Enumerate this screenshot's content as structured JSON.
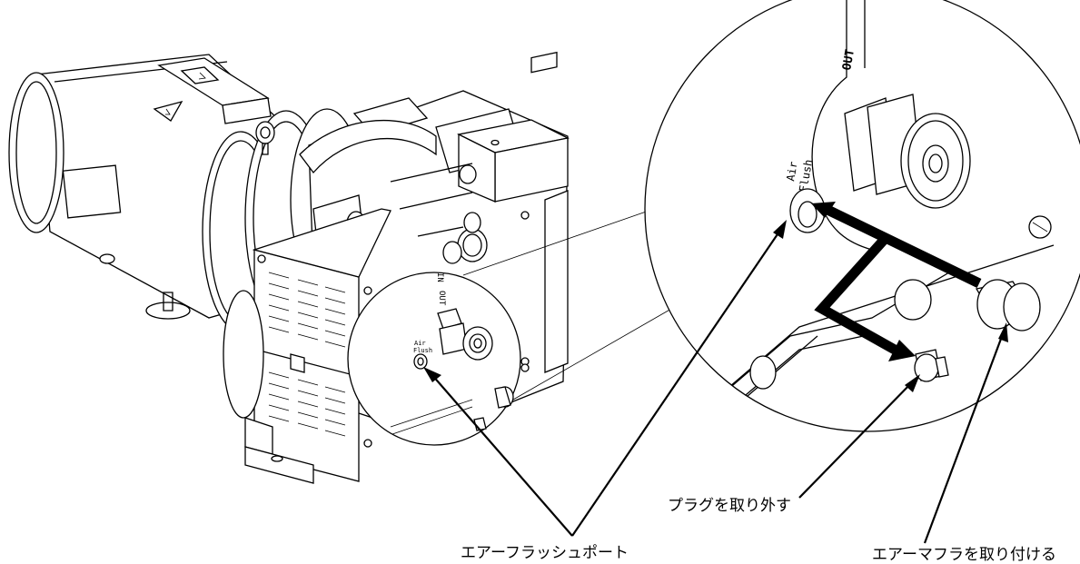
{
  "callouts": {
    "air_flush_port": "エアーフラッシュポート",
    "remove_plug": "プラグを取り外す",
    "install_muffler": "エアーマフラを取り付ける"
  },
  "engraved_labels": {
    "out": "OUT",
    "in": "IN",
    "air": "Air",
    "flush": "Flush"
  },
  "colors": {
    "line": "#000000",
    "background": "#ffffff"
  }
}
